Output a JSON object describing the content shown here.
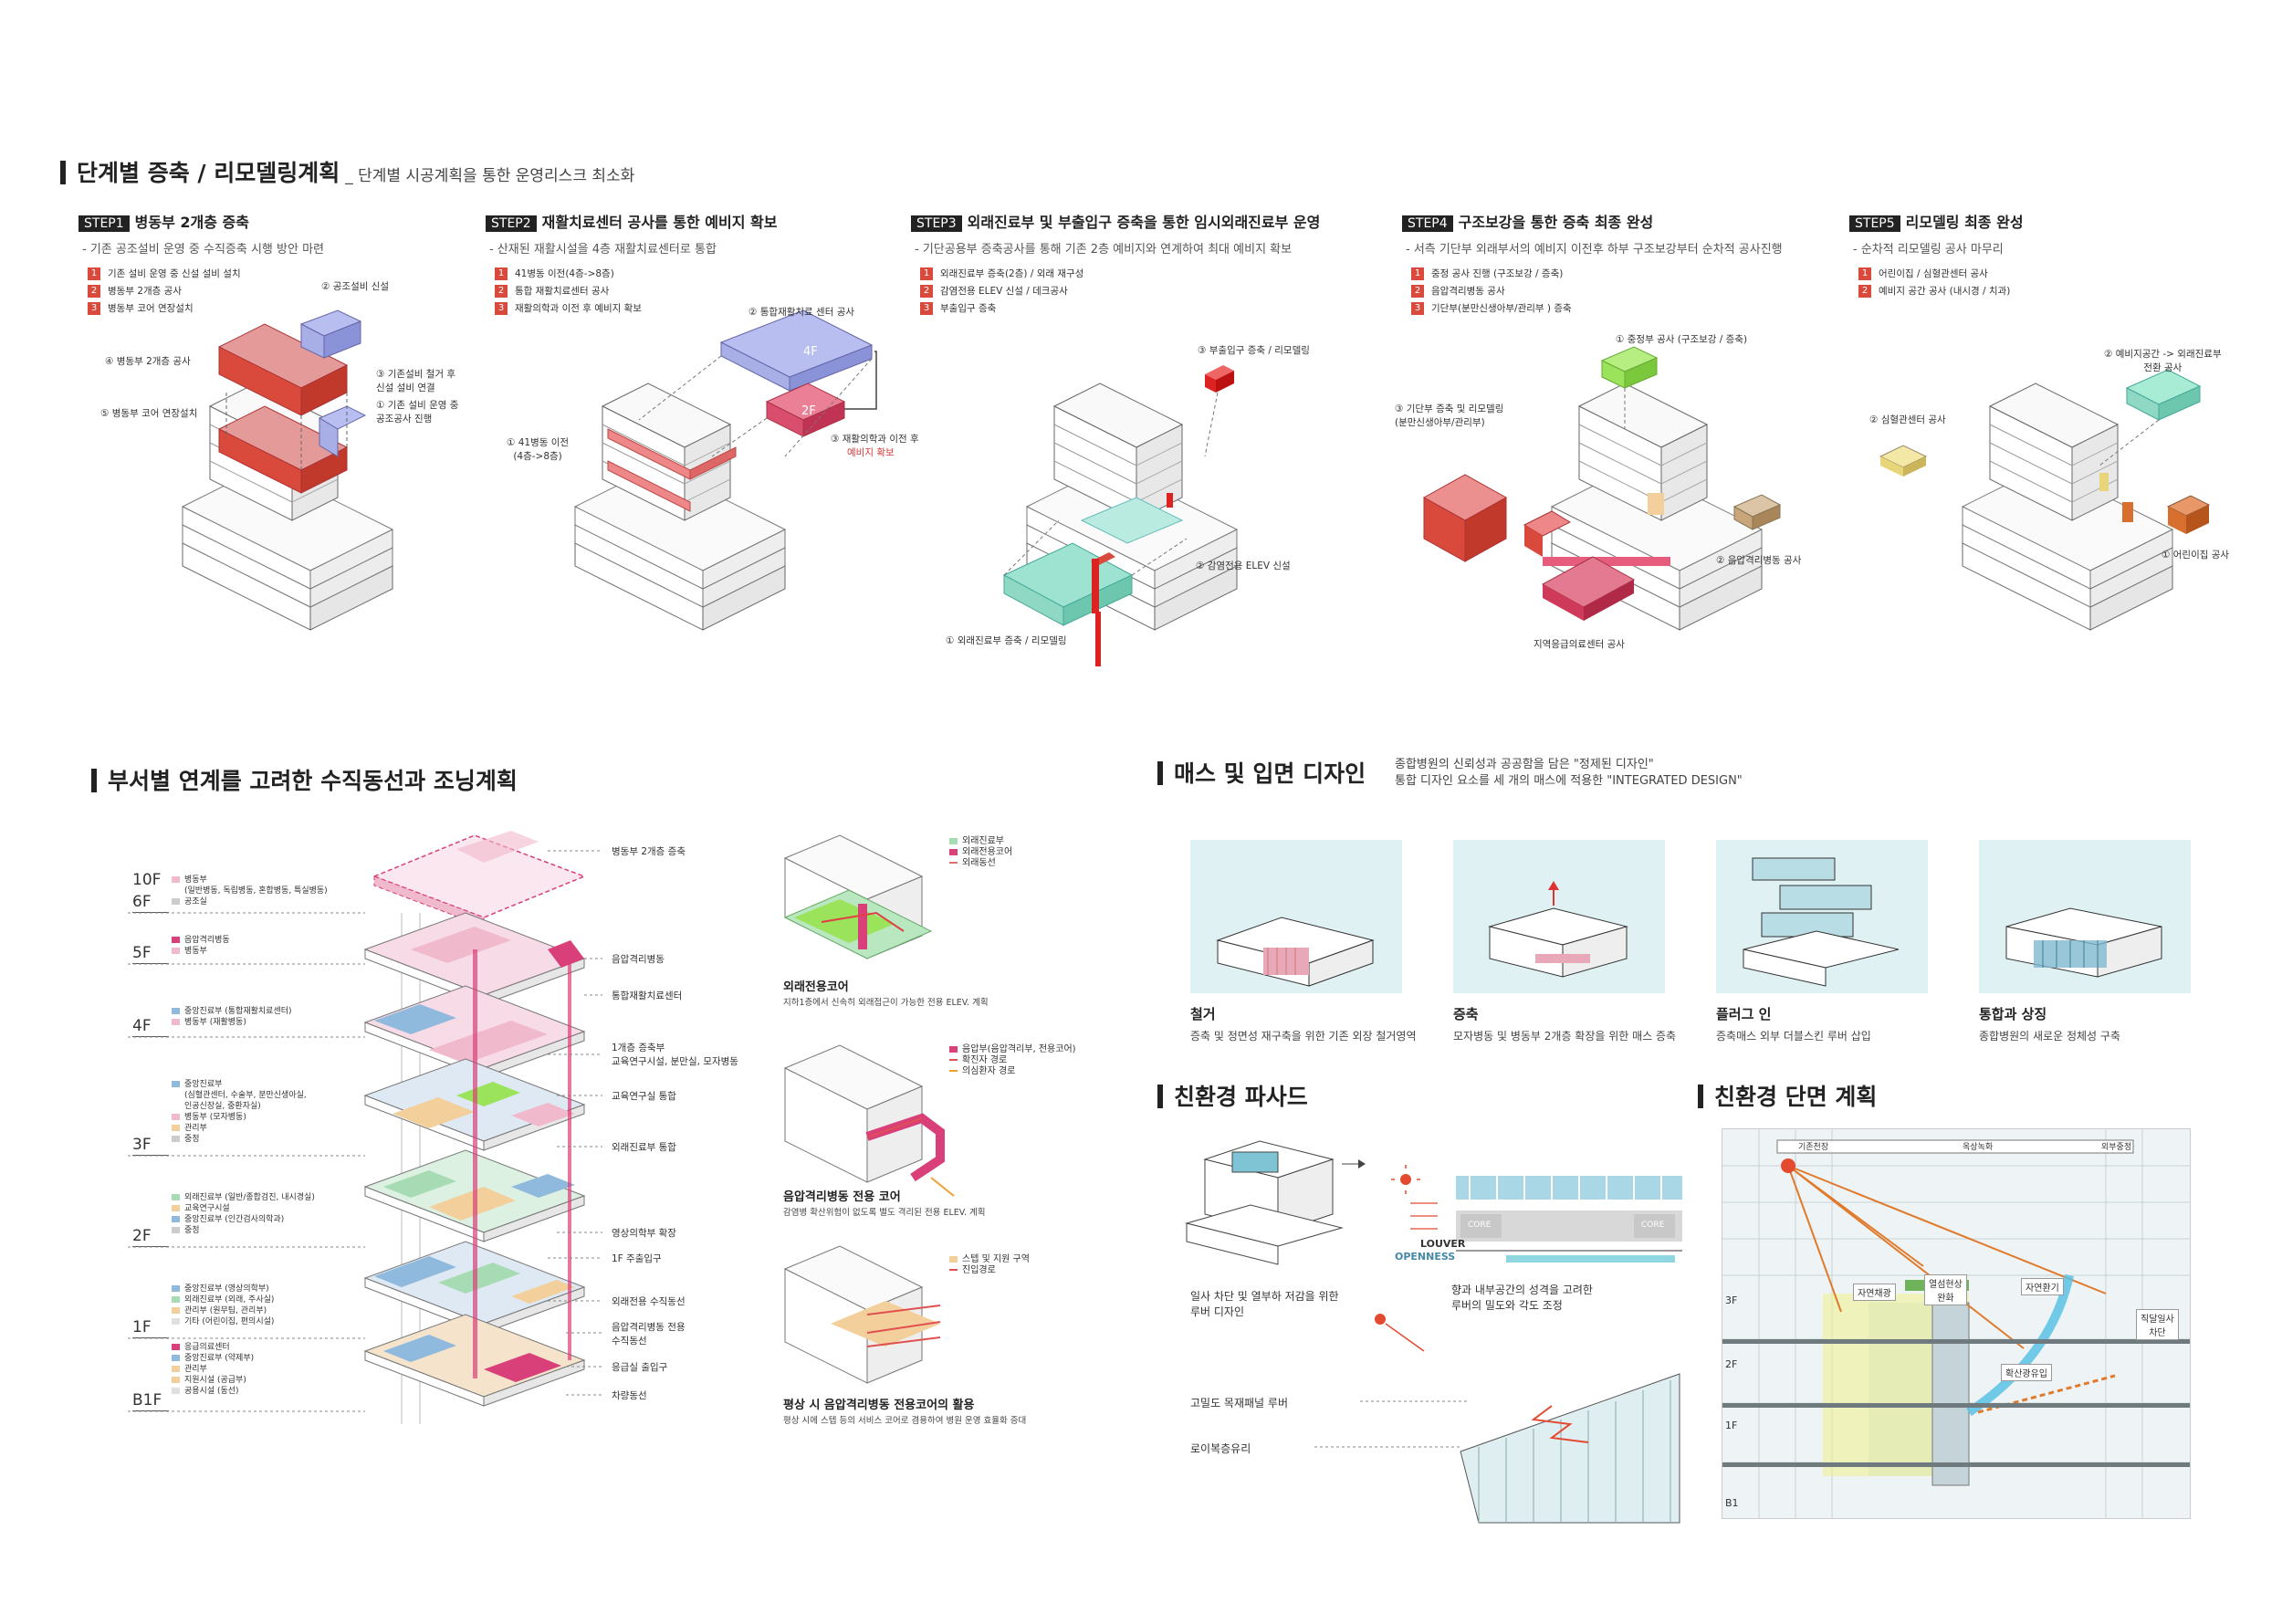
{
  "section1": {
    "title": "단계별 증축 / 리모델링계획",
    "subtitle": "_ 단계별 시공계획을 통한 운영리스크 최소화"
  },
  "steps": [
    {
      "tag": "STEP1",
      "title": "병동부 2개층 증축",
      "desc": "- 기존 공조설비 운영 중 수직증축 시행 방안 마련",
      "legend": [
        "기존 설비 운영 중 신설 설비 설치",
        "병동부 2개층 공사",
        "병동부 코어 연장설치"
      ],
      "labels": [
        "② 공조설비 신설",
        "④ 병동부 2개층 공사",
        "③ 기존설비 철거 후\n신설 설비 연결",
        "⑤ 병동부 코어 연장설치",
        "① 기존 설비 운영 중\n공조공사 진행"
      ]
    },
    {
      "tag": "STEP2",
      "title": "재활치료센터 공사를 통한 예비지 확보",
      "desc": "- 산재된 재활시설을 4층 재활치료센터로 통합",
      "legend": [
        "41병동 이전(4층->8층)",
        "통합 재활치료센터 공사",
        "재활의학과 이전 후 예비지 확보"
      ],
      "labels": [
        "② 통합재활치료 센터 공사",
        "① 41병동 이전\n(4층->8층)",
        "③ 재활의학과 이전 후",
        "예비지 확보"
      ],
      "boxes": [
        "4F",
        "2F"
      ]
    },
    {
      "tag": "STEP3",
      "title": "외래진료부 및 부출입구 증축을 통한 임시외래진료부 운영",
      "desc": "- 기단공용부 증축공사를 통해 기존 2층 예비지와 연계하여 최대 예비지 확보",
      "legend": [
        "외래진료부 증축(2층) / 외래 재구성",
        "감염전용 ELEV 신설 / 데크공사",
        "부출입구 증축"
      ],
      "labels": [
        "③ 부출입구 증축 / 리모델링",
        "② 감염전용 ELEV 신설",
        "① 외래진료부 증축 / 리모델링"
      ]
    },
    {
      "tag": "STEP4",
      "title": "구조보강을 통한 증축 최종 완성",
      "desc": "- 서측 기단부 외래부서의 예비지 이전후 하부 구조보강부터 순차적 공사진행",
      "legend": [
        "중정 공사 진행 (구조보강 / 증축)",
        "음압격리병동 공사",
        "기단부(분만신생아부/관리부 ) 증축"
      ],
      "labels": [
        "① 중정부 공사 (구조보강 / 증축)",
        "③ 기단부 증축 및 리모델링\n(분만신생아부/관리부)",
        "② 음압격리병동 공사",
        "지역응급의료센터 공사"
      ]
    },
    {
      "tag": "STEP5",
      "title": "리모델링 최종 완성",
      "desc": "- 순차적 리모델링 공사 마무리",
      "legend": [
        "어린이집 / 심혈관센터 공사",
        "예비지 공간 공사 (내시경 / 치과)"
      ],
      "labels": [
        "② 예비지공간 -> 외래진료부\n전환 공사",
        "② 심혈관센터 공사",
        "① 어린이집 공사"
      ]
    }
  ],
  "section2": {
    "title": "부서별 연계를 고려한 수직동선과 조닝계획",
    "floors": [
      "10F",
      "6F",
      "5F",
      "4F",
      "3F",
      "2F",
      "1F",
      "B1F"
    ],
    "floor_legends": [
      [
        [
          "병동부",
          "#f1b9cc"
        ],
        [
          "(일반병동, 독립병동, 혼합병동, 특실병동)",
          ""
        ],
        [
          "공조실",
          "#cccccc"
        ]
      ],
      [
        [
          "음압격리병동",
          "#d93f79"
        ],
        [
          "병동부",
          "#f1b9cc"
        ]
      ],
      [
        [
          "중앙진료부 (통합재활치료센터)",
          "#8fb9dd"
        ],
        [
          "병동부 (재활병동)",
          "#f1b9cc"
        ]
      ],
      [
        [
          "중앙진료부",
          "#8fb9dd"
        ],
        [
          "(심혈관센터, 수술부, 분만신생아실,",
          ""
        ],
        [
          "인공신장실, 중환자실)",
          ""
        ],
        [
          "병동부 (모자병동)",
          "#f1b9cc"
        ],
        [
          "관리부",
          "#f3cf9b"
        ],
        [
          "중정",
          "#cccccc"
        ]
      ],
      [
        [
          "외래진료부 (일반/종합검진, 내시경실)",
          "#a7dbb4"
        ],
        [
          "교육연구시설",
          "#f3cf9b"
        ],
        [
          "중앙진료부 (인간검사의학과)",
          "#8fb9dd"
        ],
        [
          "중정",
          "#cccccc"
        ]
      ],
      [
        [
          "중앙진료부 (영상의학부)",
          "#8fb9dd"
        ],
        [
          "외래진료부 (외래, 주사실)",
          "#a7dbb4"
        ],
        [
          "관리부 (원무팀, 관리부)",
          "#f3cf9b"
        ],
        [
          "기타 (어린이집, 편의시설)",
          "#e0e0e0"
        ]
      ],
      [
        [
          "응급의료센터",
          "#d93f79"
        ],
        [
          "중앙진료부 (약제부)",
          "#8fb9dd"
        ],
        [
          "관리부",
          "#f3cf9b"
        ],
        [
          "지원시설 (공급부)",
          "#f3cf9b"
        ],
        [
          "공용시설 (동선)",
          "#e0e0e0"
        ]
      ]
    ],
    "callouts": [
      "병동부 2개층 증축",
      "음압격리병동",
      "통합재활치료센터",
      "1개층 증축부\n교육연구시설, 분만실, 모자병동",
      "교육연구실 통합",
      "외래진료부 통합",
      "영상의학부 확장",
      "1F 주출입구",
      "외래전용 수직동선",
      "음압격리병동 전용\n수직동선",
      "응급실 출입구",
      "차량동선"
    ],
    "cores": [
      {
        "legend": [
          [
            "외래진료부",
            "#a7dbb4"
          ],
          [
            "외래전용코어",
            "#d93f79"
          ],
          [
            "외래동선",
            "#e07070"
          ]
        ],
        "title": "외래전용코어",
        "desc": "지하1층에서 신속히 외래접근이 가능한 전용 ELEV. 계획"
      },
      {
        "legend": [
          [
            "음압부(음압격리부, 전용코어)",
            "#d93f79"
          ],
          [
            "확진자 경로",
            "#e05050"
          ],
          [
            "의심환자 경로",
            "#f0a030"
          ]
        ],
        "title": "음압격리병동 전용 코어",
        "desc": "감염병 확산위험이 없도록 별도 격리된 전용 ELEV. 계획"
      },
      {
        "legend": [
          [
            "스텝 및 지원 구역",
            "#f3cf9b"
          ],
          [
            "진입경로",
            "#e05050"
          ]
        ],
        "title": "평상 시 음압격리병동 전용코어의 활용",
        "desc": "평상 시에 스텝 등의 서비스 코어로 겸용하여 병원 운영 효율화 증대"
      }
    ]
  },
  "section3": {
    "title": "매스 및 입면 디자인",
    "desc1": "종합병원의 신뢰성과 공공함을 담은 \"정제된 디자인\"",
    "desc2": "통합 디자인 요소를 세 개의 매스에 적용한 \"INTEGRATED DESIGN\"",
    "items": [
      {
        "title": "철거",
        "desc": "증축 및 정면성 재구축을 위한 기존 외장 철거영역"
      },
      {
        "title": "증축",
        "desc": "모자병동 및 병동부 2개층 확장을 위한 매스 증축"
      },
      {
        "title": "플러그 인",
        "desc": "증축매스 외부 더블스킨 루버 삽입"
      },
      {
        "title": "통합과 상징",
        "desc": "종합병원의 새로운 정체성 구축"
      }
    ]
  },
  "section4": {
    "title": "친환경 파사드",
    "note1": "일사 차단 및 열부하 저감을 위한\n루버 디자인",
    "note2": "향과 내부공간의 성격을 고려한\n루버의 밀도와 각도 조정",
    "louver": "LOUVER",
    "openness": "OPENNESS",
    "core": "CORE",
    "m1": "고밀도 목재패널 루버",
    "m2": "로이복층유리"
  },
  "section5": {
    "title": "친환경 단면 계획",
    "bands": [
      "기존천장",
      "옥상녹화",
      "외부중정"
    ],
    "tags": [
      "자연채광",
      "열섬현상\n완화",
      "자연환기",
      "직달일사\n차단",
      "확산광유입"
    ],
    "floors": [
      "3F",
      "2F",
      "1F",
      "B1"
    ]
  },
  "colors": {
    "red": "#d94a3d",
    "pink": "#f1b9cc",
    "magenta": "#d93f79",
    "blue": "#8fb9dd",
    "lavender": "#a8aee6",
    "green": "#a7dbb4",
    "mint": "#8fd9c4",
    "lime": "#9be35a",
    "tan": "#c8a57a",
    "orange": "#d7702e"
  }
}
